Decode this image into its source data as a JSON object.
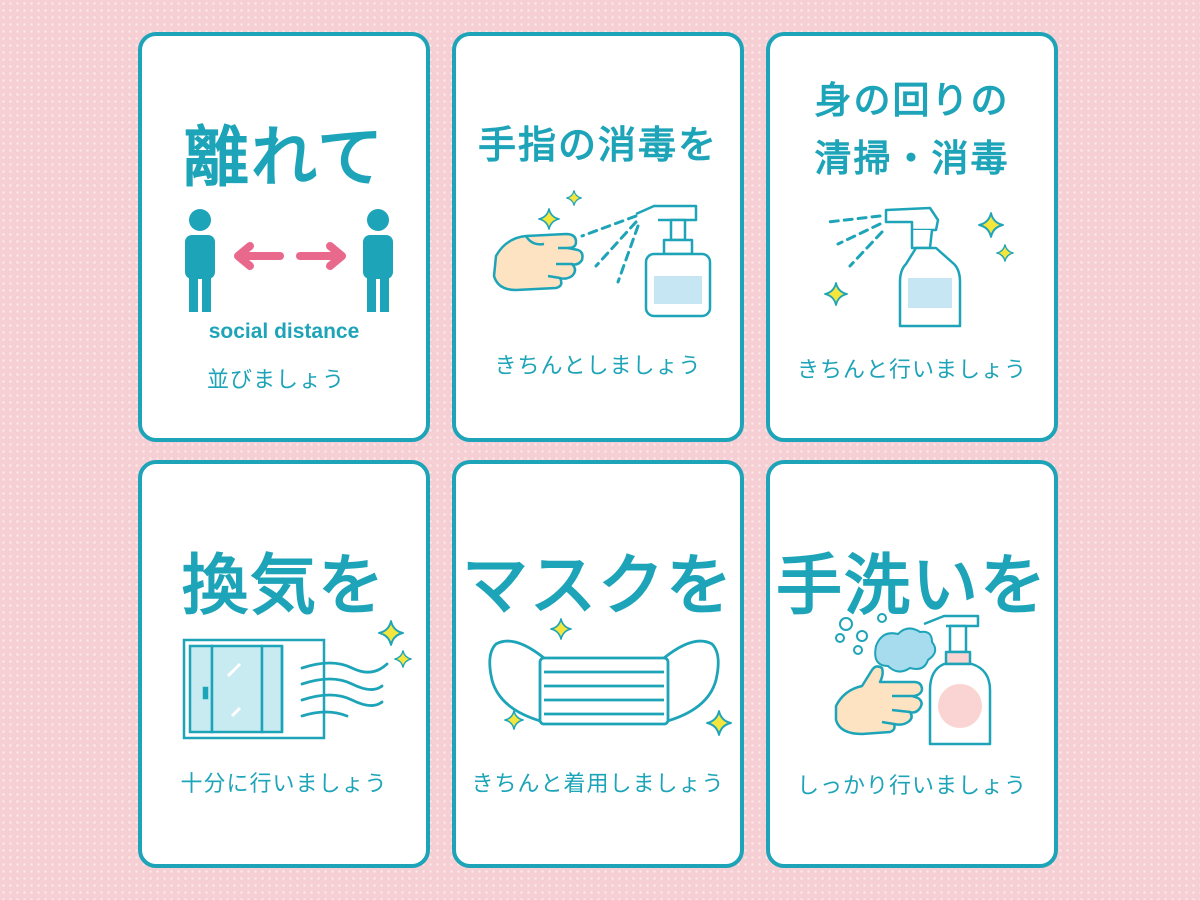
{
  "colors": {
    "teal": "#1ea4b8",
    "pink_arrow": "#e9698d",
    "sparkle": "#f4e63c",
    "skin": "#fde3c2",
    "bottle_label": "#c6e6f4",
    "window_glass": "#c7ebf0",
    "bubbles": "#a7dbee",
    "soap_label": "#f9d4d2",
    "background": "#f6cfd4"
  },
  "cards": {
    "distance": {
      "title": "離れて",
      "english": "social distance",
      "subtitle": "並びましょう",
      "icons": [
        "person-icon",
        "double-arrow-icon",
        "person-icon"
      ]
    },
    "sanitize": {
      "title": "手指の消毒を",
      "subtitle": "きちんとしましょう",
      "icons": [
        "hand-icon",
        "pump-bottle-icon",
        "sparkle-icon"
      ]
    },
    "cleaning": {
      "title_line1": "身の回りの",
      "title_line2": "清掃・消毒",
      "subtitle": "きちんと行いましょう",
      "icons": [
        "spray-bottle-icon",
        "sparkle-icon"
      ]
    },
    "ventilation": {
      "title": "換気を",
      "subtitle": "十分に行いましょう",
      "icons": [
        "window-icon",
        "wind-icon",
        "sparkle-icon"
      ]
    },
    "mask": {
      "title": "マスクを",
      "subtitle": "きちんと着用しましょう",
      "icons": [
        "mask-icon",
        "sparkle-icon"
      ]
    },
    "handwash": {
      "title": "手洗いを",
      "subtitle": "しっかり行いましょう",
      "icons": [
        "hand-icon",
        "soap-bubbles-icon",
        "soap-bottle-icon"
      ]
    }
  }
}
